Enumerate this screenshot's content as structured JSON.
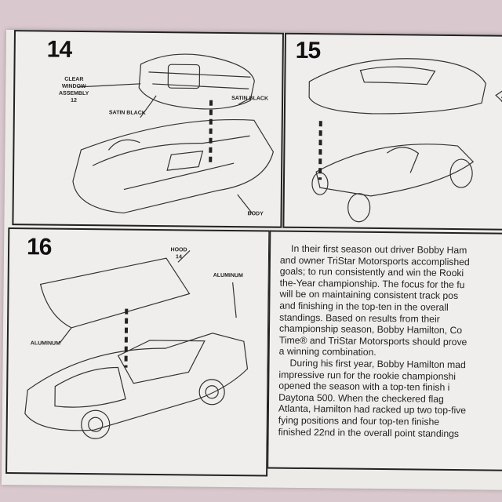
{
  "steps": {
    "s14": {
      "number": "14",
      "labels": {
        "clear_window": "CLEAR WINDOW ASSEMBLY 12",
        "satin_black_left": "SATIN BLACK",
        "satin_black_right": "SATIN BLACK",
        "body": "BODY"
      }
    },
    "s15": {
      "number": "15"
    },
    "s16": {
      "number": "16",
      "labels": {
        "hood": "HOOD 14",
        "aluminum_right": "ALUMINUM",
        "aluminum_left": "ALUMINUM"
      }
    }
  },
  "text": {
    "lines": [
      "In their first season out driver Bobby Ham",
      "and owner TriStar Motorsports accomplished",
      "goals; to run consistently and win the Rooki",
      "the-Year championship. The focus for the fu",
      "will be on maintaining consistent track pos",
      "and finishing in the top-ten in the overall",
      "standings. Based on results from their",
      "championship season, Bobby Hamilton, Co",
      "Time® and TriStar Motorsports should prove",
      "a winning combination.",
      "During his first year, Bobby Hamilton mad",
      "impressive run for the rookie championshi",
      "opened the season with a top-ten finish i",
      "Daytona 500. When the checkered flag",
      "Atlanta, Hamilton had racked up two top-five",
      "fying positions and four top-ten finishe",
      "finished 22nd in the overall point standings"
    ]
  }
}
